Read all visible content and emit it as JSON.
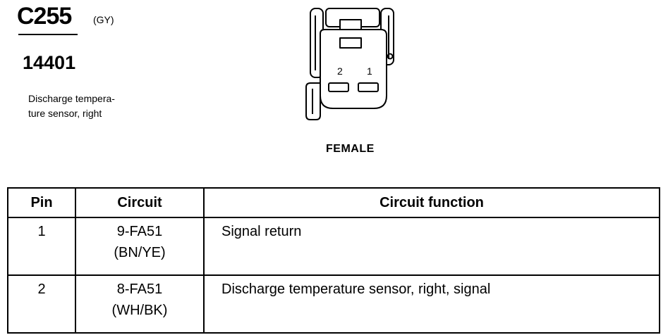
{
  "connector": {
    "id": "C255",
    "color": "(GY)",
    "part_number": "14401",
    "description_lines": [
      "Discharge tempera-",
      "ture sensor, right"
    ],
    "gender": "FEMALE",
    "pin_labels": [
      "2",
      "1"
    ]
  },
  "table": {
    "headers": [
      "Pin",
      "Circuit",
      "Circuit function"
    ],
    "rows": [
      {
        "pin": "1",
        "circuit": "9-FA51",
        "wire_color": "(BN/YE)",
        "function": "Signal return"
      },
      {
        "pin": "2",
        "circuit": "8-FA51",
        "wire_color": "(WH/BK)",
        "function": "Discharge temperature sensor, right, signal"
      }
    ]
  }
}
